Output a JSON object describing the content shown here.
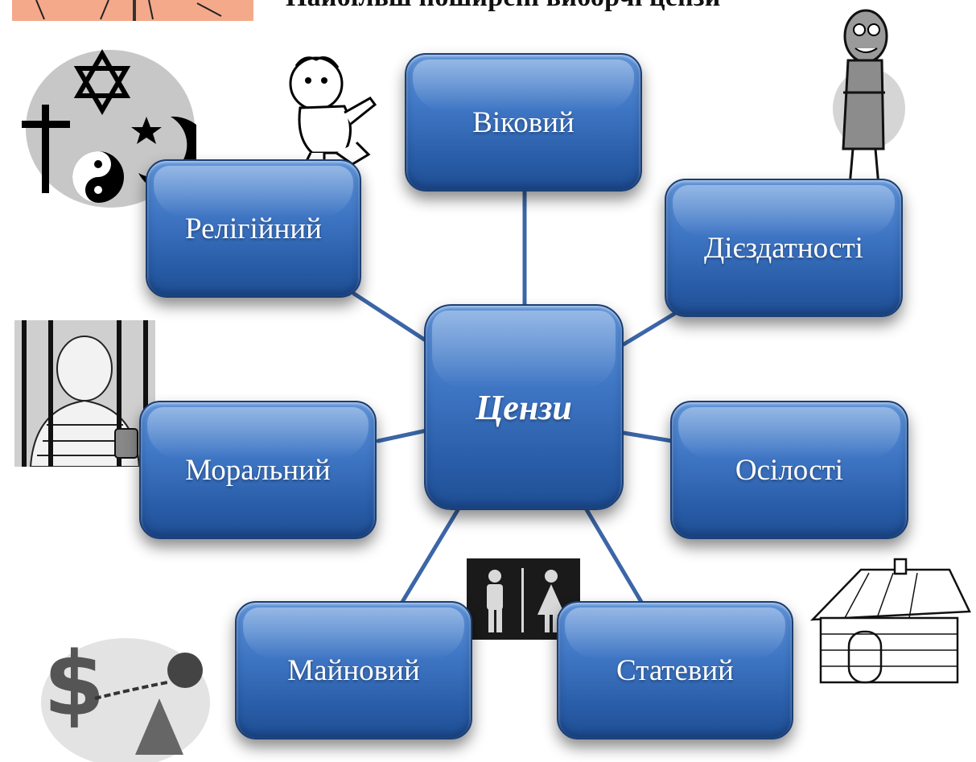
{
  "title": "Найбільш поширені виборчі цензи",
  "center": {
    "label": "Цензи"
  },
  "nodes": {
    "age": "Віковий",
    "religious": "Релігійний",
    "capacity": "Дієздатності",
    "moral": "Моральний",
    "residence": "Осілості",
    "property": "Майновий",
    "gender": "Статевий"
  },
  "colors": {
    "node_fill": "#3a6fbf",
    "node_border": "#1b3f74",
    "link": "#3b66a8"
  }
}
